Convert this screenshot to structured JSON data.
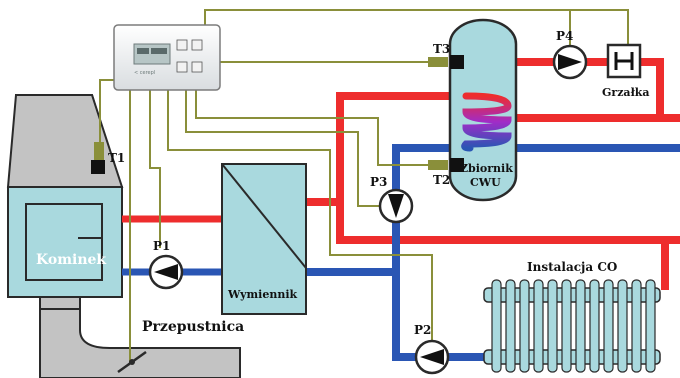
{
  "labels": {
    "fireplace": "Kominek",
    "exchanger": "Wymiennik",
    "damper": "Przepustnica",
    "tank_line1": "Zbiornik",
    "tank_line2": "CWU",
    "heater": "Grzałka",
    "radiator": "Instalacja CO"
  },
  "sensors": {
    "t1": "T1",
    "t2": "T2",
    "t3": "T3"
  },
  "pumps": {
    "p1": "P1",
    "p2": "P2",
    "p3": "P3",
    "p4": "P4"
  },
  "colors": {
    "hot": "#ee2d2d",
    "cold": "#2a56b4",
    "signal": "#8a8f3a",
    "body": "#a9d9de",
    "dark": "#2a2a2a",
    "gray": "#c3c3c3"
  }
}
